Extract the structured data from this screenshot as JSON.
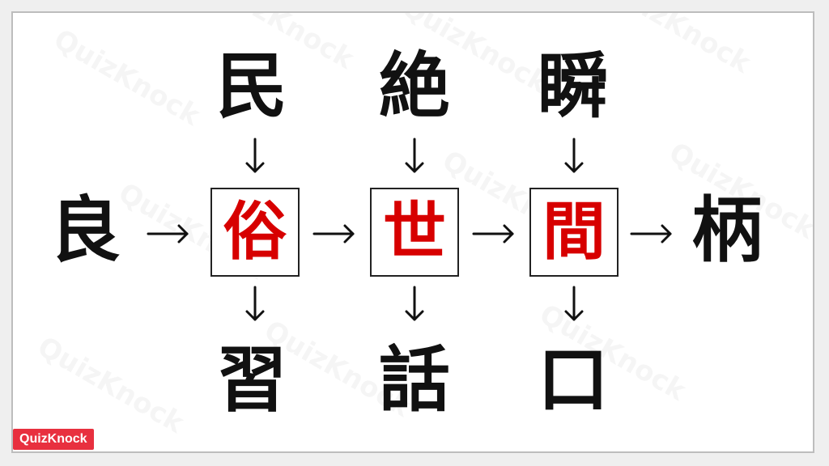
{
  "watermark": "QuizKnock",
  "brand": "QuizKnock",
  "puzzle": {
    "left": "良",
    "right": "柄",
    "top": [
      "民",
      "絶",
      "瞬"
    ],
    "bottom": [
      "習",
      "話",
      "口"
    ],
    "answers": [
      "俗",
      "世",
      "間"
    ]
  },
  "colors": {
    "answer": "#d70000",
    "brand": "#e8303f"
  }
}
